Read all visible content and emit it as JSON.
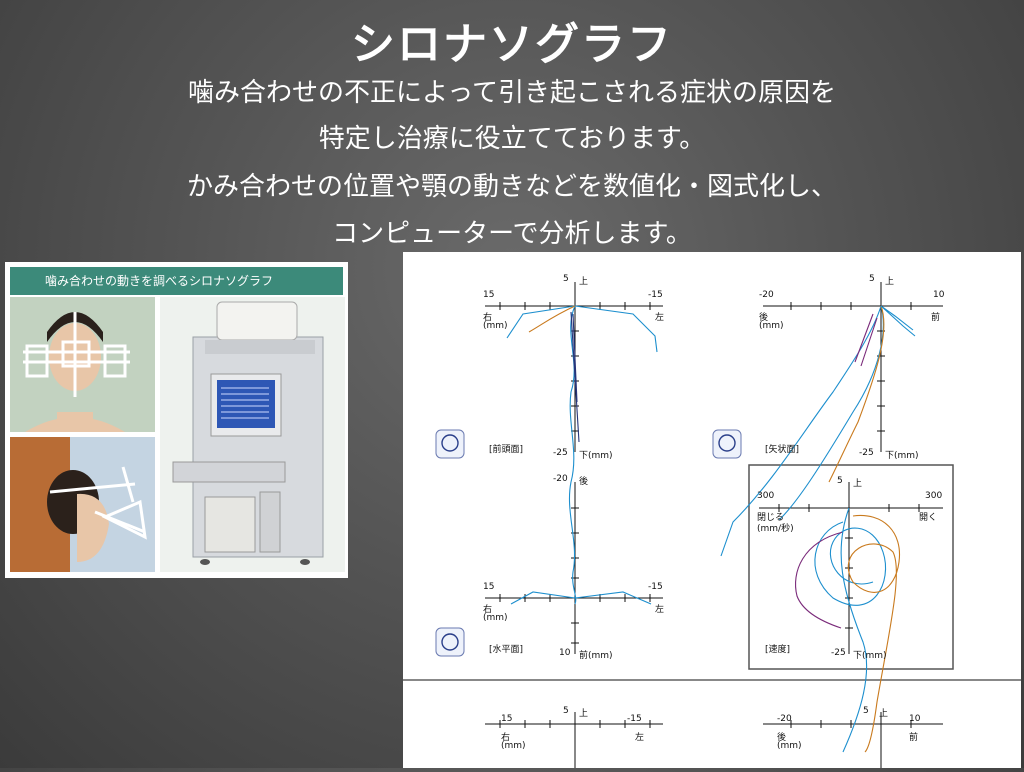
{
  "title": "シロナソグラフ",
  "lines": [
    "噛み合わせの不正によって引き起こされる症状の原因を",
    "特定し治療に役立てております。",
    "かみ合わせの位置や顎の動きなどを数値化・図式化し、",
    "コンピューターで分析します。"
  ],
  "photo": {
    "banner": "噛み合わせの動きを調べるシロナソグラフ"
  },
  "graph": {
    "frontal": {
      "top": "5",
      "top_label": "上",
      "left": "15",
      "right": "-15",
      "left_label": "右",
      "unit": "(mm)",
      "right_label": "左",
      "bottom": "-25",
      "bottom_label": "下(mm)",
      "panel": "[前頭面]"
    },
    "sagittal": {
      "top": "5",
      "top_label": "上",
      "left": "-20",
      "right": "10",
      "left_label": "後",
      "unit": "(mm)",
      "right_label": "前",
      "bottom": "-25",
      "bottom_label": "下(mm)",
      "panel": "[矢状面]"
    },
    "horizontal": {
      "top": "-20",
      "top_label": "後",
      "left": "15",
      "right": "-15",
      "left_label": "右",
      "unit": "(mm)",
      "right_label": "左",
      "bottom": "10",
      "bottom_label": "前(mm)",
      "panel": "[水平面]"
    },
    "velocity": {
      "top": "5",
      "top_label": "上",
      "left": "300",
      "right": "300",
      "left_label": "閉じる",
      "unit": "(mm/秒)",
      "right_label": "開く",
      "bottom": "-25",
      "bottom_label": "下(mm)",
      "panel": "[速度]"
    },
    "bottom_left": {
      "top": "5",
      "top_label": "上",
      "left": "15",
      "right": "-15",
      "left_label": "右",
      "unit": "(mm)",
      "right_label": "左"
    },
    "bottom_right": {
      "top": "5",
      "top_label": "上",
      "left": "-20",
      "right": "10",
      "left_label": "後",
      "unit": "(mm)",
      "right_label": "前"
    }
  }
}
